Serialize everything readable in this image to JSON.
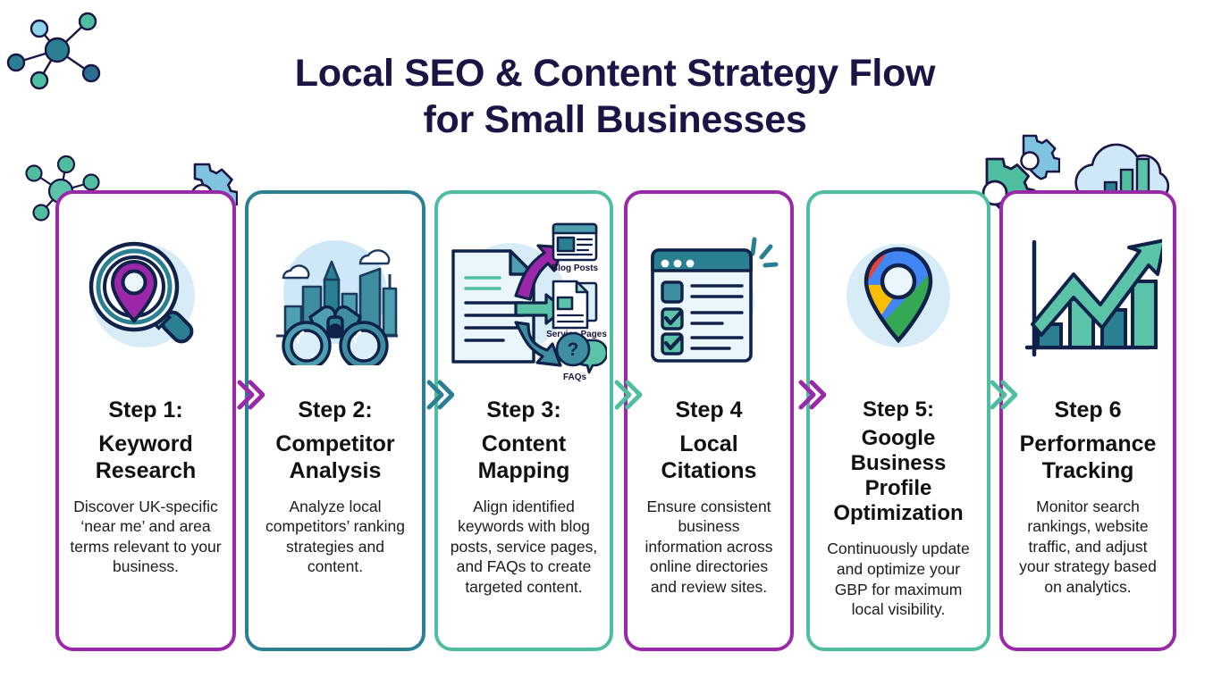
{
  "title": {
    "line1": "Local SEO & Content Strategy Flow",
    "line2": "for Small Businesses"
  },
  "colors": {
    "purple": "#9B28A8",
    "teal": "#2A7F92",
    "green": "#4FBE9F",
    "dark_navy": "#1b1546",
    "icon_bg": "#D7ECF7",
    "icon_outline": "#11224A",
    "title_color": "#1b1546"
  },
  "steps": [
    {
      "number": "Step 1:",
      "name": "Keyword\nResearch",
      "name_line1": "Keyword",
      "name_line2": "Research",
      "description": "Discover UK-specific ‘near me’ and area terms relevant to your business.",
      "border_color": "#9B28A8",
      "icon": "magnifier-location-pin-icon"
    },
    {
      "number": "Step 2:",
      "name_line1": "Competitor",
      "name_line2": "Analysis",
      "description": "Analyze local competitors’ ranking strategies and content.",
      "border_color": "#2A7F92",
      "icon": "binoculars-cityscape-icon"
    },
    {
      "number": "Step 3:",
      "name_line1": "Content",
      "name_line2": "Mapping",
      "description": "Align identified keywords with blog posts, service pages, and FAQs to create targeted content.",
      "border_color": "#4FBE9F",
      "icon": "content-mapping-icon",
      "icon_labels": [
        "Blog Posts",
        "Service Pages",
        "FAQs"
      ]
    },
    {
      "number": "Step 4",
      "name_line1": "Local",
      "name_line2": "Citations",
      "description": "Ensure consistent business information across online directories and review sites.",
      "border_color": "#9B28A8",
      "icon": "checklist-browser-icon"
    },
    {
      "number": "Step 5:",
      "name_line1": "Google Business",
      "name_line2": "Profile",
      "name_line3": "Optimization",
      "description": "Continuously update and optimize your GBP for maximum local visibility.",
      "border_color": "#4FBE9F",
      "icon": "google-maps-pin-icon"
    },
    {
      "number": "Step 6",
      "name_line1": "Performance",
      "name_line2": "Tracking",
      "description": "Monitor search rankings, website traffic, and adjust your strategy based on analytics.",
      "border_color": "#9B28A8",
      "icon": "growth-bar-chart-arrow-icon"
    }
  ],
  "connectors": [
    {
      "color": "#9B28A8",
      "name": "chevron-1-2"
    },
    {
      "color": "#2A7F92",
      "name": "chevron-2-3"
    },
    {
      "color": "#4FBE9F",
      "name": "chevron-3-4"
    },
    {
      "color": "#9B28A8",
      "name": "chevron-4-5"
    },
    {
      "color": "#4FBE9F",
      "name": "chevron-5-6"
    }
  ],
  "decorations": [
    {
      "name": "network-nodes-top-left-icon"
    },
    {
      "name": "network-nodes-step1-icon"
    },
    {
      "name": "gear-blue-step1-icon"
    },
    {
      "name": "gear-green-step6-icon"
    },
    {
      "name": "gear-blue-step6-icon"
    },
    {
      "name": "cloud-bar-chart-icon"
    }
  ]
}
